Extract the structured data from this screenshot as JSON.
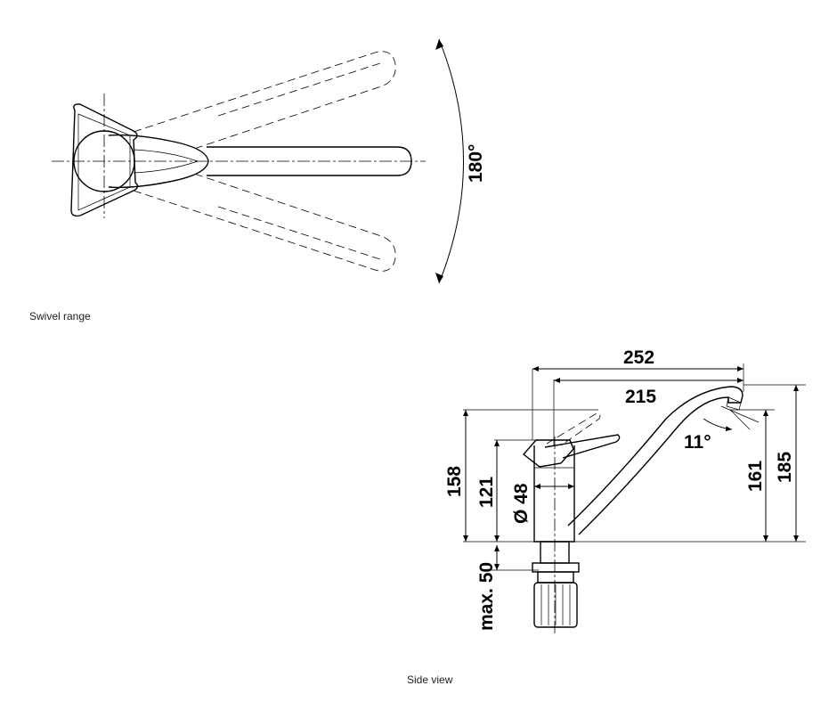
{
  "captions": {
    "swivel": "Swivel range",
    "side": "Side view"
  },
  "dimensions": {
    "swivel_angle": "180°",
    "width_total": "252",
    "reach": "215",
    "spout_angle": "11°",
    "height_lever": "158",
    "height_body": "121",
    "diameter": "Ø 48",
    "height_spout": "161",
    "height_total": "185",
    "max_thickness": "max. 50"
  }
}
